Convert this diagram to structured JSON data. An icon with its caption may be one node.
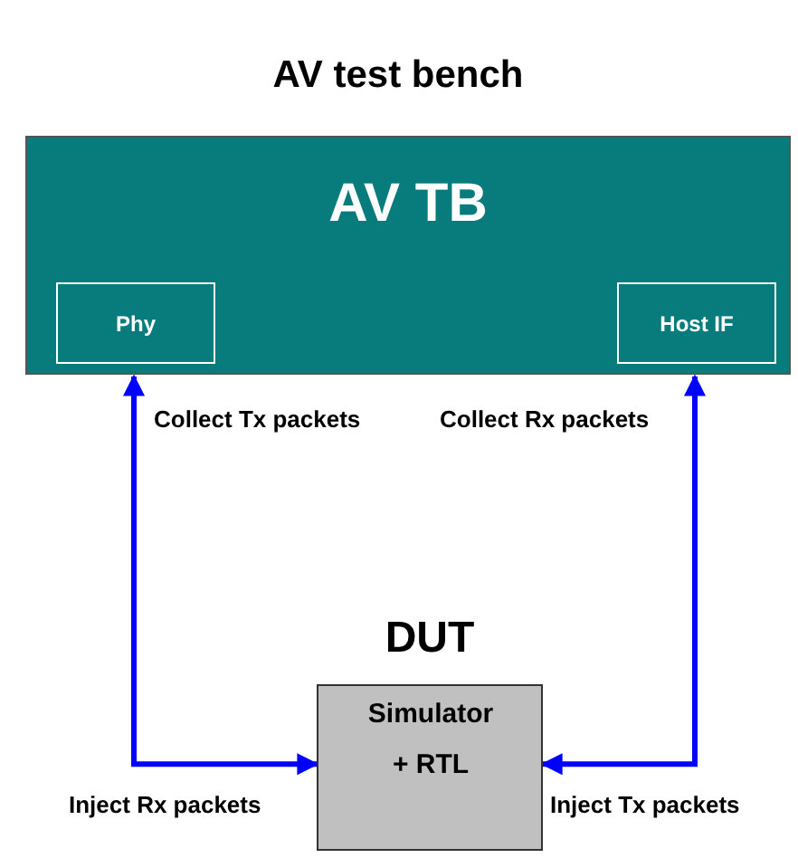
{
  "diagram": {
    "title": "AV test bench",
    "nodes": [
      {
        "text": [
          "AV TB"
        ]
      },
      {
        "text": [
          "Phy"
        ],
        "in": 0
      },
      {
        "text": [
          "Host IF"
        ],
        "in": 0
      },
      {
        "text": [
          "DUT",
          "Simulator + RTL"
        ]
      }
    ],
    "edges": [
      {
        "from": 1,
        "to": 3,
        "arrow": "both"
      },
      {
        "from": 2,
        "to": 3,
        "arrow": "both"
      }
    ],
    "labels": [
      "Collect Tx packets",
      "Collect Rx packets",
      "Inject Rx packets",
      "Inject Tx packets"
    ]
  }
}
